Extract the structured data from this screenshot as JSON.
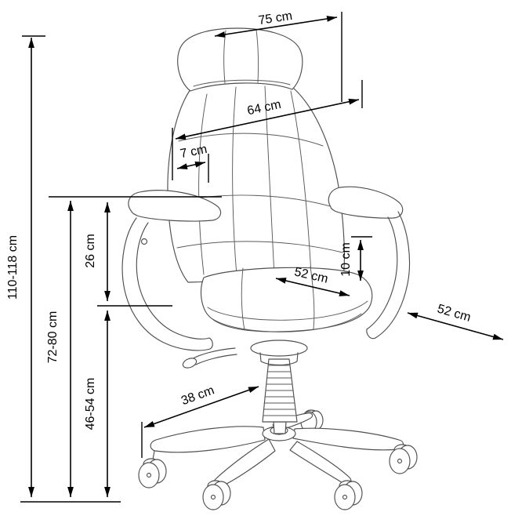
{
  "colors": {
    "dimension_lines": "#000000",
    "drawing_lines": "#4f4f4f",
    "background": "#ffffff"
  },
  "dimensions": {
    "overall_height": "110-118 cm",
    "armrest_floor_height": "72-80 cm",
    "armrest_above_seat": "26 cm",
    "seat_floor_height": "46-54 cm",
    "overall_width": "75 cm",
    "backrest_width": "64 cm",
    "headrest_thickness": "7 cm",
    "seat_width": "52 cm",
    "armrest_rise": "10 cm",
    "seat_depth": "52 cm",
    "base_span": "38 cm"
  }
}
